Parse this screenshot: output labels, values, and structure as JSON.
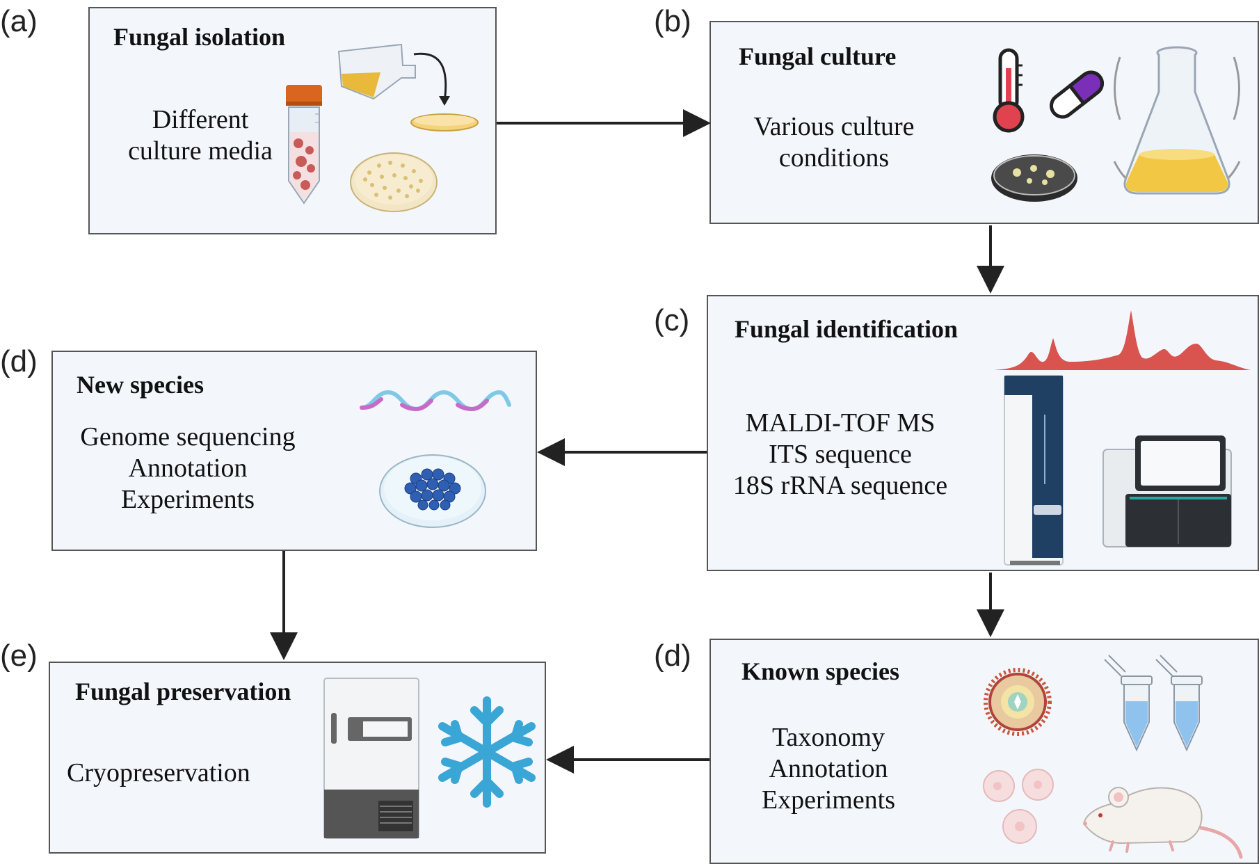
{
  "panels": {
    "a": {
      "letter": "(a)",
      "title": "Fungal isolation",
      "lines": [
        "Different",
        "culture media"
      ]
    },
    "b": {
      "letter": "(b)",
      "title": "Fungal culture",
      "lines": [
        "Various culture",
        "conditions"
      ]
    },
    "c": {
      "letter": "(c)",
      "title": "Fungal identification",
      "lines": [
        "MALDI-TOF MS",
        "ITS sequence",
        "18S rRNA sequence"
      ]
    },
    "d_new": {
      "letter": "(d)",
      "title": "New species",
      "lines": [
        "Genome sequencing",
        "Annotation",
        "Experiments"
      ]
    },
    "d_known": {
      "letter": "(d)",
      "title": "Known species",
      "lines": [
        "Taxonomy",
        "Annotation",
        "Experiments"
      ]
    },
    "e": {
      "letter": "(e)",
      "title": "Fungal preservation",
      "lines": [
        "Cryopreservation"
      ]
    }
  },
  "icons": {
    "a": [
      "centrifuge-tube-icon",
      "pouring-flask-icon",
      "petri-dish-icon",
      "colony-plate-icon"
    ],
    "b": [
      "thermometer-icon",
      "capsule-icon",
      "fungal-plate-icon",
      "shaking-flask-icon"
    ],
    "c": [
      "mass-spectrum-icon",
      "maldi-tof-instrument-icon",
      "sequencer-icon"
    ],
    "d_new": [
      "dna-strand-icon",
      "blue-colony-plate-icon"
    ],
    "d_known": [
      "fungal-cell-icon",
      "pcr-tubes-icon",
      "spores-icon",
      "mouse-icon"
    ],
    "e": [
      "freezer-icon",
      "snowflake-icon"
    ]
  },
  "colors": {
    "box_fill": "#f3f7fc",
    "box_border": "#555555",
    "arrow": "#222222",
    "medium_yellow": "#e8b93a",
    "spectrum_red": "#d9534f",
    "snowflake_blue": "#3aa6d6"
  }
}
